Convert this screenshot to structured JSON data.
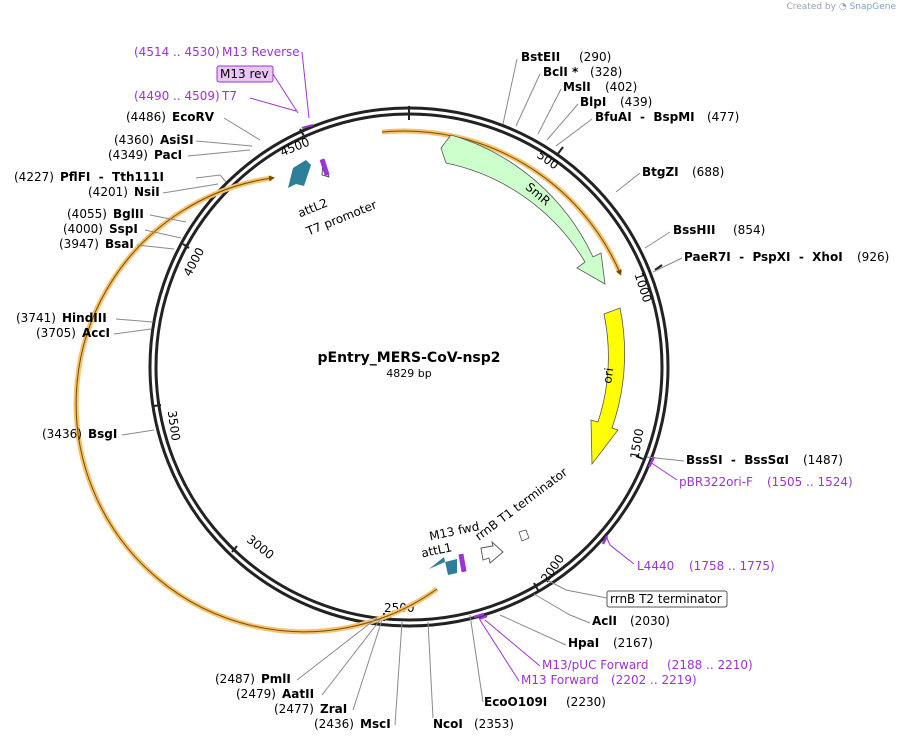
{
  "credit": {
    "prefix": "Created by",
    "brand": "SnapGene"
  },
  "plasmid": {
    "name": "pEntry_MERS-CoV-nsp2",
    "length": "4829 bp"
  },
  "ticks": [
    "500",
    "1000",
    "1500",
    "2000",
    "2500",
    "3000",
    "3500",
    "4000",
    "4500"
  ],
  "features": {
    "smr": "SmR",
    "ori": "ori",
    "attL2": "attL2",
    "t7promoter": "T7 promoter",
    "attL1": "attL1",
    "m13fwd": "M13 fwd",
    "rrnBT1": "rrnB T1 terminator"
  },
  "boxed": {
    "m13rev": "M13 rev",
    "rrnBT2": "rrnB T2 terminator"
  },
  "right_sites": [
    {
      "name": "BstEII",
      "pos": "(290)"
    },
    {
      "name": "BclI *",
      "pos": "(328)"
    },
    {
      "name": "MslI",
      "pos": "(402)"
    },
    {
      "name": "BlpI",
      "pos": "(439)"
    },
    {
      "name": "BfuAI  -  BspMI",
      "pos": "(477)"
    },
    {
      "name": "BtgZI",
      "pos": "(688)"
    },
    {
      "name": "BssHII",
      "pos": "(854)"
    },
    {
      "name": "PaeR7I  -  PspXI  -  XhoI",
      "pos": "(926)"
    },
    {
      "name": "BssSI  -  BssSαI",
      "pos": "(1487)"
    },
    {
      "name": "AclI",
      "pos": "(2030)"
    },
    {
      "name": "HpaI",
      "pos": "(2167)"
    },
    {
      "name": "EcoO109I",
      "pos": "(2230)"
    }
  ],
  "left_sites": [
    {
      "name": "EcoRV",
      "pos": "(4486)"
    },
    {
      "name": "AsiSI",
      "pos": "(4360)"
    },
    {
      "name": "PacI",
      "pos": "(4349)"
    },
    {
      "name": "PflFI  -  Tth111I",
      "pos": "(4227)"
    },
    {
      "name": "NsiI",
      "pos": "(4201)"
    },
    {
      "name": "BglII",
      "pos": "(4055)"
    },
    {
      "name": "SspI",
      "pos": "(4000)"
    },
    {
      "name": "BsaI",
      "pos": "(3947)"
    },
    {
      "name": "HindIII",
      "pos": "(3741)"
    },
    {
      "name": "AccI",
      "pos": "(3705)"
    },
    {
      "name": "BsgI",
      "pos": "(3436)"
    },
    {
      "name": "PmlI",
      "pos": "(2487)"
    },
    {
      "name": "AatII",
      "pos": "(2479)"
    },
    {
      "name": "ZraI",
      "pos": "(2477)"
    },
    {
      "name": "MscI",
      "pos": "(2436)"
    },
    {
      "name": "NcoI",
      "pos": "(2353)"
    }
  ],
  "primers": [
    {
      "name": "M13 Reverse",
      "pos": "(4514 .. 4530)"
    },
    {
      "name": "T7",
      "pos": "(4490 .. 4509)"
    },
    {
      "name": "pBR322ori-F",
      "pos": "(1505 .. 1524)"
    },
    {
      "name": "L4440",
      "pos": "(1758 .. 1775)"
    },
    {
      "name": "M13/pUC Forward",
      "pos": "(2188 .. 2210)"
    },
    {
      "name": "M13 Forward",
      "pos": "(2202 .. 2219)"
    }
  ],
  "colors": {
    "backbone": "#222222",
    "orf_orange": "#f0a030",
    "smr": "#ccffcc",
    "ori": "#ffff00",
    "att": "#2d7f99",
    "primer": "#9b34d2",
    "m13_box": "#e9c6f5"
  }
}
